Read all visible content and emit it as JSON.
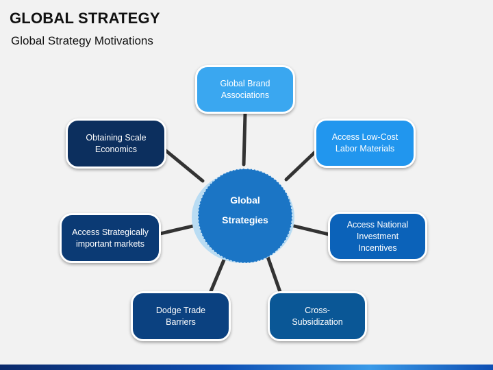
{
  "title": "GLOBAL STRATEGY",
  "subtitle": "Global Strategy Motivations",
  "center": {
    "line1": "Global",
    "line2": "Strategies",
    "color": "#1b75c5"
  },
  "nodes": [
    {
      "id": "global-brand-associations",
      "text": "Global Brand Associations",
      "color": "#3aa7f0"
    },
    {
      "id": "access-low-cost-labor-materials",
      "text": "Access Low-Cost Labor Materials",
      "color": "#2196ee"
    },
    {
      "id": "access-national-investment-incentives",
      "text": "Access National Investment Incentives",
      "color": "#0b62b9"
    },
    {
      "id": "cross-subsidization",
      "text": "Cross-Subsidization",
      "color": "#0a5796"
    },
    {
      "id": "dodge-trade-barriers",
      "text": "Dodge Trade Barriers",
      "color": "#0b4180"
    },
    {
      "id": "access-strategically-important-markets",
      "text": "Access Strategically important markets",
      "color": "#0b3a74"
    },
    {
      "id": "obtaining-scale-economics",
      "text": "Obtaining Scale Economics",
      "color": "#0c2f5e"
    }
  ],
  "connector_color": "#333333",
  "bottom_bar_color": "#0e4fb3"
}
